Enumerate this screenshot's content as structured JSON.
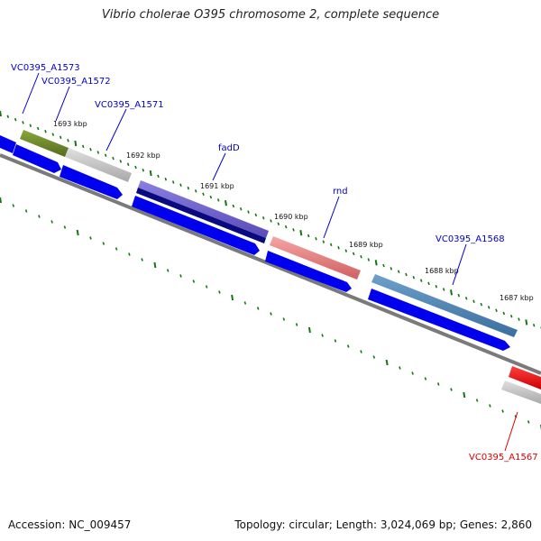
{
  "title": "Vibrio cholerae O395 chromosome 2, complete sequence",
  "footer": {
    "accession": "Accession: NC_009457",
    "topology": "Topology: circular; Length: 3,024,069 bp; Genes: 2,860"
  },
  "ticks": [
    {
      "label": "1693 kbp"
    },
    {
      "label": "1692 kbp"
    },
    {
      "label": "1691 kbp"
    },
    {
      "label": "1690 kbp"
    },
    {
      "label": "1689 kbp"
    },
    {
      "label": "1688 kbp"
    },
    {
      "label": "1687 kbp"
    }
  ],
  "gene_labels": [
    {
      "name": "VC0395_A1573",
      "color": "#0000cc"
    },
    {
      "name": "VC0395_A1572",
      "color": "#0000cc"
    },
    {
      "name": "VC0395_A1571",
      "color": "#0000cc"
    },
    {
      "name": "fadD",
      "color": "#0000cc"
    },
    {
      "name": "rnd",
      "color": "#0000cc"
    },
    {
      "name": "VC0395_A1568",
      "color": "#0000cc"
    },
    {
      "name": "VC0395_A1567",
      "color": "#dd0000"
    }
  ],
  "colors": {
    "backbone": "#808080",
    "cds_arrow": "#0000ff",
    "tick": "#117711",
    "feature_olive": "#6b8e23",
    "feature_gray": "#bbbbbb",
    "feature_purple": "#6a5acd",
    "feature_navy": "#000080",
    "feature_pink": "#f08080",
    "feature_steelblue": "#4682b4",
    "feature_red": "#ff0000"
  }
}
